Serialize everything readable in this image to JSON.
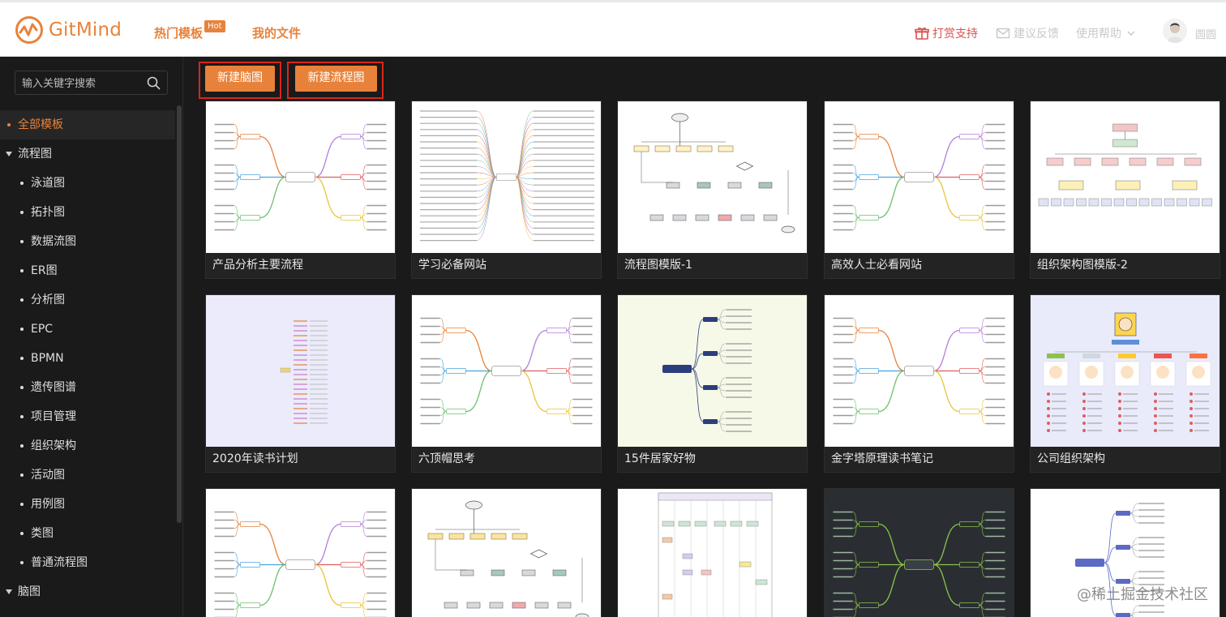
{
  "header": {
    "logo_text": "GitMind",
    "nav": [
      {
        "label": "热门模板"
      },
      {
        "label": "我的文件"
      }
    ],
    "hot_badge": "Hot",
    "reward": "打赏支持",
    "feedback": "建议反馈",
    "help": "使用帮助",
    "username": "圆圆"
  },
  "search": {
    "placeholder": "输入关键字搜索"
  },
  "sidebar": {
    "items": [
      {
        "label": "全部模板"
      },
      {
        "label": "流程图"
      },
      {
        "label": "泳道图"
      },
      {
        "label": "拓扑图"
      },
      {
        "label": "数据流图"
      },
      {
        "label": "ER图"
      },
      {
        "label": "分析图"
      },
      {
        "label": "EPC"
      },
      {
        "label": "BPMN"
      },
      {
        "label": "遗传图谱"
      },
      {
        "label": "项目管理"
      },
      {
        "label": "组织架构"
      },
      {
        "label": "活动图"
      },
      {
        "label": "用例图"
      },
      {
        "label": "类图"
      },
      {
        "label": "普通流程图"
      },
      {
        "label": "脑图"
      }
    ]
  },
  "actions": {
    "new_mindmap": "新建脑图",
    "new_flowchart": "新建流程图"
  },
  "templates": [
    {
      "title": "产品分析主要流程",
      "kind": "mindmap",
      "bg": "#ffffff"
    },
    {
      "title": "学习必备网站",
      "kind": "mindmap-wide",
      "bg": "#ffffff"
    },
    {
      "title": "流程图模版-1",
      "kind": "flowchart",
      "bg": "#ffffff"
    },
    {
      "title": "高效人士必看网站",
      "kind": "mindmap",
      "bg": "#ffffff"
    },
    {
      "title": "组织架构图模版-2",
      "kind": "org",
      "bg": "#ffffff"
    },
    {
      "title": "2020年读书计划",
      "kind": "vertical-list",
      "bg": "#ebebfb"
    },
    {
      "title": "六顶帽思考",
      "kind": "mindmap",
      "bg": "#ffffff"
    },
    {
      "title": "15件居家好物",
      "kind": "tree-right",
      "bg": "#f6f9e8"
    },
    {
      "title": "金字塔原理读书笔记",
      "kind": "mindmap",
      "bg": "#ffffff"
    },
    {
      "title": "公司组织架构",
      "kind": "org-avatars",
      "bg": "#e9ebfb"
    },
    {
      "title": "",
      "kind": "mindmap",
      "bg": "#ffffff"
    },
    {
      "title": "",
      "kind": "flowchart-yellow",
      "bg": "#ffffff"
    },
    {
      "title": "",
      "kind": "swimlane",
      "bg": "#ffffff"
    },
    {
      "title": "",
      "kind": "mindmap-dark",
      "bg": "#2a2e33"
    },
    {
      "title": "",
      "kind": "tree-right-purple",
      "bg": "#ffffff"
    }
  ],
  "watermark": "@稀土掘金技术社区",
  "colors": {
    "accent": "#e8823a",
    "highlight_box": "#d9261c",
    "reward": "#d9534f"
  }
}
